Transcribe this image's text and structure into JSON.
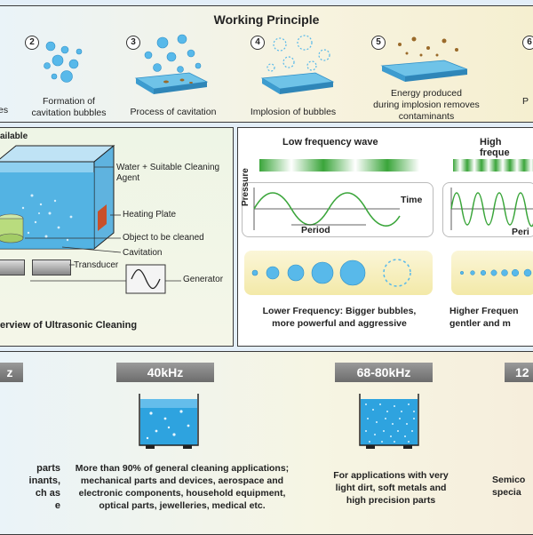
{
  "header": {
    "title": "Working Principle"
  },
  "steps": [
    {
      "num": "2",
      "caption": "Formation of\ncavitation bubbles"
    },
    {
      "num": "3",
      "caption": "Process of cavitation"
    },
    {
      "num": "4",
      "caption": "Implosion of bubbles"
    },
    {
      "num": "5",
      "caption": "Energy produced\nduring implosion removes\ncontaminants"
    },
    {
      "num": "6",
      "caption": ""
    }
  ],
  "left_partial": {
    "step1_tail": "es",
    "step6_tail_1": "P",
    "step6_tail_2": ""
  },
  "overview": {
    "available_tail": "ailable",
    "water": "Water + Suitable Cleaning\nAgent",
    "heating": "Heating Plate",
    "object": "Object to be cleaned",
    "cavitation": "Cavitation",
    "transducer": "Transducer",
    "generator": "Generator",
    "title": "erview of Ultrasonic Cleaning"
  },
  "frequency": {
    "low_title": "Low frequency wave",
    "high_title": "High freque",
    "pressure": "Pressure",
    "time": "Time",
    "period_low": "Period",
    "period_high": "Peri",
    "low_desc": "Lower Frequency: Bigger bubbles,\nmore powerful and aggressive",
    "high_desc": "Higher Frequen\ngentler and m"
  },
  "bands": [
    {
      "label": "z",
      "desc": "parts\ninants,\nch as\ne"
    },
    {
      "label": "40kHz",
      "desc": "More than 90% of general cleaning applications;\nmechanical parts and devices, aerospace and\nelectronic components, household equipment,\noptical parts, jewelleries, medical etc."
    },
    {
      "label": "68-80kHz",
      "desc": "For applications with very\nlight dirt, soft metals and\nhigh precision parts"
    },
    {
      "label": "12",
      "desc": "Semico\nspecia"
    }
  ],
  "colors": {
    "water": "#3fa9df",
    "bubble": "#58b9ea",
    "contaminant": "#9a6a2a",
    "frame": "#3b3b3b",
    "wave": "#3aa53a"
  }
}
